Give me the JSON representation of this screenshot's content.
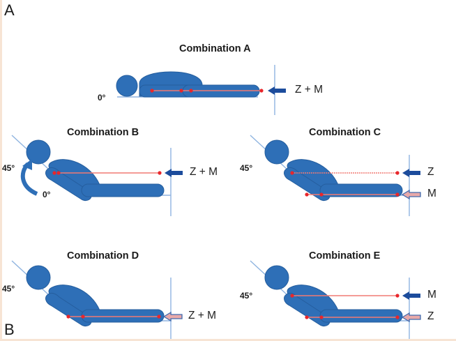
{
  "figure": {
    "panel_labels": {
      "top": "A",
      "bottom": "B"
    },
    "colors": {
      "body": "#2e6fb7",
      "body_outline": "#255e9e",
      "reference_line": "#8fb4e0",
      "marker": "#e8262b",
      "marker_line": "#f07a74",
      "arrow_solid": "#1c4c9c",
      "arrow_hollow_fill": "#e8a9a9",
      "arrow_hollow_stroke": "#3e6aae",
      "border": "#f7e4d4"
    },
    "combinations": [
      {
        "id": "A",
        "title": "Combination A",
        "posture": "supine",
        "angle_labels": [
          "0°"
        ],
        "forces": [
          {
            "label": "Z + M",
            "style": "solid",
            "target": "trunk-and-pelvis"
          }
        ]
      },
      {
        "id": "B",
        "title": "Combination B",
        "posture": "inclined",
        "angle_labels": [
          "45°",
          "0°"
        ],
        "rotation_arrow": true,
        "forces": [
          {
            "label": "Z + M",
            "style": "solid",
            "target": "upper-trunk"
          }
        ]
      },
      {
        "id": "C",
        "title": "Combination C",
        "posture": "inclined",
        "angle_labels": [
          "45°"
        ],
        "forces": [
          {
            "label": "Z",
            "style": "solid",
            "target": "upper-trunk"
          },
          {
            "label": "M",
            "style": "hollow",
            "target": "pelvis"
          }
        ]
      },
      {
        "id": "D",
        "title": "Combination D",
        "posture": "inclined",
        "angle_labels": [
          "45°"
        ],
        "forces": [
          {
            "label": "Z + M",
            "style": "hollow",
            "target": "pelvis"
          }
        ]
      },
      {
        "id": "E",
        "title": "Combination E",
        "posture": "inclined",
        "angle_labels": [
          "45°"
        ],
        "forces": [
          {
            "label": "M",
            "style": "solid",
            "target": "upper-trunk"
          },
          {
            "label": "Z",
            "style": "hollow",
            "target": "pelvis"
          }
        ]
      }
    ]
  }
}
